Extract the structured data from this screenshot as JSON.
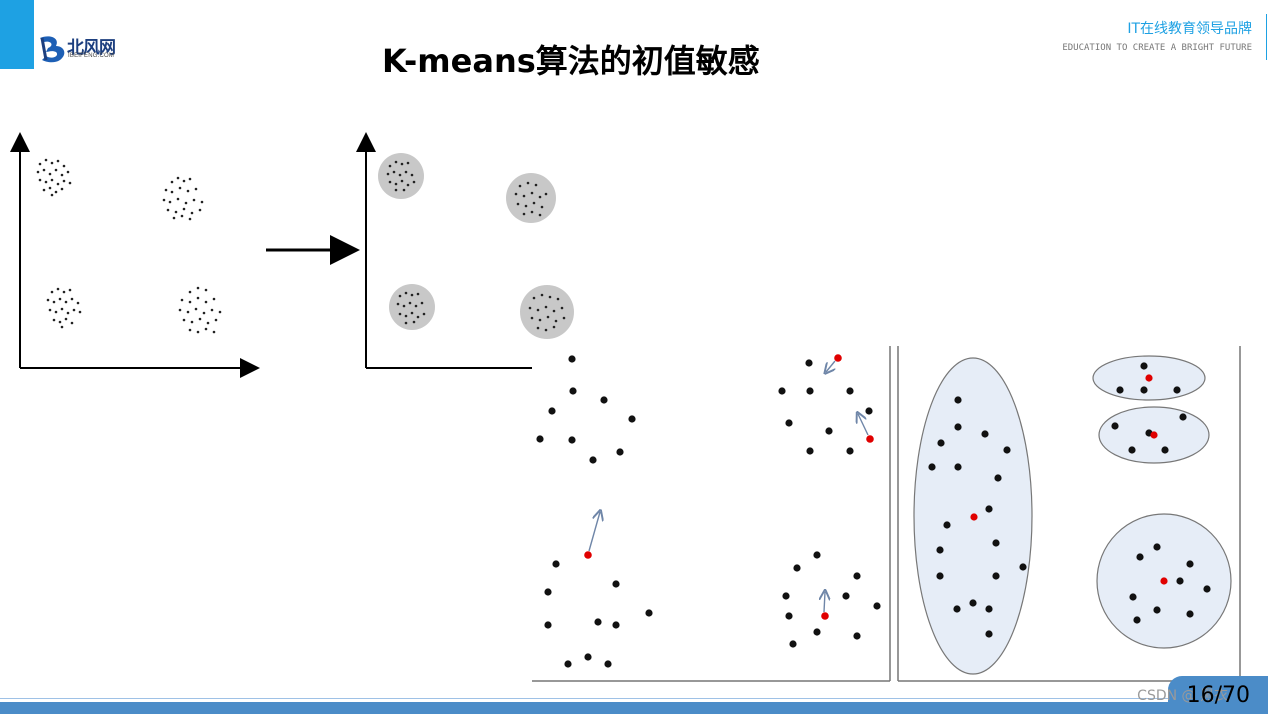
{
  "header": {
    "logo_text": "北风网",
    "logo_sub": "IBEIFENG.COM",
    "title": "K-means算法的初值敏感",
    "brand_cn": "IT在线教育领导品牌",
    "brand_en": "EDUCATION TO CREATE A BRIGHT FUTURE"
  },
  "footer": {
    "page": "16/70",
    "watermark": "CSDN @ 黑衣"
  },
  "colors": {
    "accent": "#1ea1e3",
    "footer": "#4b8cc8",
    "cluster_fill": "#e6edf7",
    "centroid": "#e00000"
  }
}
